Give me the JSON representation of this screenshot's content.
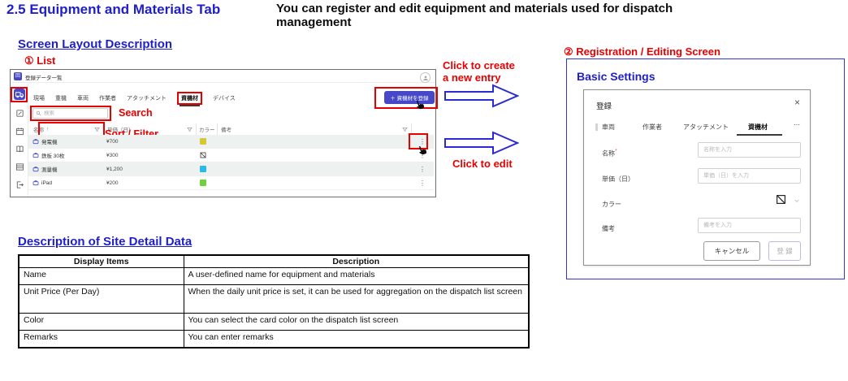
{
  "header": {
    "title": "2.5 Equipment and Materials Tab",
    "intro_line1": "You can register and edit equipment and materials used for dispatch",
    "intro_line2": "management"
  },
  "sections": {
    "screen_layout": "Screen Layout Description",
    "list_label": "① List",
    "registration_label": "② Registration / Editing Screen",
    "basic_settings": "Basic Settings",
    "detail_data": "Description of Site Detail Data"
  },
  "annotations": {
    "create_line1": "Click to create",
    "create_line2": "a new entry",
    "search": "Search",
    "sort_filter": "Sort / Filter",
    "edit": "Click to edit"
  },
  "icons": {
    "kebab": "⋮",
    "sort_arrow": "↑",
    "close": "×",
    "plus": "＋"
  },
  "list_screen": {
    "app_title": "登録データ一覧",
    "tabs": [
      {
        "label": "現場"
      },
      {
        "label": "重機"
      },
      {
        "label": "車両"
      },
      {
        "label": "作業者"
      },
      {
        "label": "アタッチメント"
      },
      {
        "label": "資機材"
      },
      {
        "label": "デバイス"
      }
    ],
    "active_tab": "資機材",
    "register_button": "＋ 資機材を登録",
    "search_placeholder": "検索",
    "columns": {
      "name": "名称",
      "unit_price": "単価（日）",
      "color": "カラー",
      "remarks": "備考"
    },
    "rows": [
      {
        "name": "発電機",
        "price": "¥700",
        "color": "#d6c733",
        "remarks": ""
      },
      {
        "name": "鉄板 30枚",
        "price": "¥300",
        "color": "none",
        "remarks": ""
      },
      {
        "name": "測量機",
        "price": "¥1,200",
        "color": "#2eb8e6",
        "remarks": ""
      },
      {
        "name": "iPad",
        "price": "¥200",
        "color": "#6fd23c",
        "remarks": ""
      }
    ]
  },
  "modal": {
    "title": "登録",
    "tabs": [
      {
        "label": "車両"
      },
      {
        "label": "作業者"
      },
      {
        "label": "アタッチメント"
      },
      {
        "label": "資機材"
      },
      {
        "label": "⋯"
      }
    ],
    "active_tab": "資機材",
    "fields": {
      "name_label": "名称",
      "name_required_mark": "*",
      "name_placeholder": "名称を入力",
      "price_label": "単価（日）",
      "price_placeholder": "単価（日）を入力",
      "color_label": "カラー",
      "remarks_label": "備考",
      "remarks_placeholder": "備考を入力"
    },
    "cancel_label": "キャンセル",
    "submit_label": "登 録"
  },
  "detail_table": {
    "col1_header": "Display Items",
    "col2_header": "Description",
    "rows": [
      {
        "item": "Name",
        "desc": "A user-defined name for equipment and materials"
      },
      {
        "item": "Unit Price (Per Day)",
        "desc": "When the daily unit price is set, it can be used for aggregation on the dispatch list screen"
      },
      {
        "item": "Color",
        "desc": "You can select the card color on the dispatch list screen"
      },
      {
        "item": "Remarks",
        "desc": "You can enter remarks"
      }
    ]
  },
  "colors": {
    "accent_blue": "#1e1ecb",
    "annotation_red": "#e80000",
    "brand_indigo": "#4648c8",
    "arrow_blue": "#2b2bd6"
  }
}
